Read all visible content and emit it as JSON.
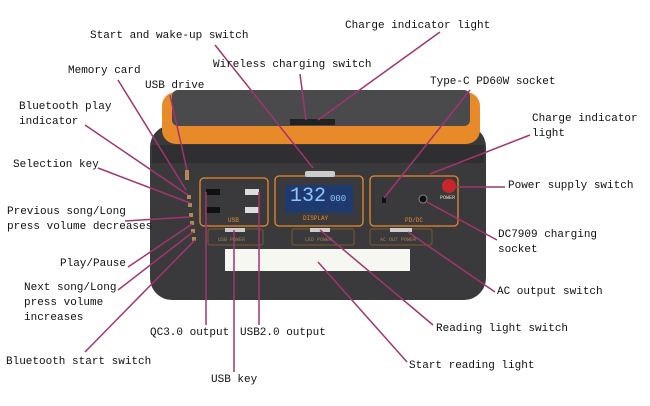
{
  "labels": {
    "start_wake": "Start and wake-up switch",
    "charge_indicator_top": "Charge indicator light",
    "wireless_charging": "Wireless charging switch",
    "memory_card": "Memory card",
    "usb_drive": "USB drive",
    "type_c": "Type-C PD60W socket",
    "bt_play_indicator": [
      "Bluetooth play",
      "indicator"
    ],
    "charge_indicator_right": [
      "Charge indicator",
      "light"
    ],
    "selection_key": "Selection key",
    "power_switch": "Power supply switch",
    "previous_song": [
      "Previous song/Long",
      "press volume decreases"
    ],
    "dc7909": [
      "DC7909 charging",
      "socket"
    ],
    "play_pause": "Play/Pause",
    "next_song": [
      "Next song/Long",
      "press volume",
      "increases"
    ],
    "ac_output_switch": "AC output switch",
    "qc30_output": "QC3.0 output",
    "usb20_output": "USB2.0 output",
    "reading_light_switch": "Reading light switch",
    "bt_start_switch": "Bluetooth start switch",
    "start_reading_light": "Start reading light",
    "usb_key": "USB key"
  },
  "device": {
    "display_value": "132",
    "display_unit": "000",
    "panel_display": "DISPLAY",
    "panel_usb": "USB",
    "panel_pd": "PD/DC",
    "btn_usb": "USB POWER",
    "btn_led": "LED POWER",
    "btn_ac": "AC OUT POWER",
    "power_text": "POWER"
  },
  "colors": {
    "leader": "#a2346f",
    "orange": "#e98a2a",
    "body": "#3a3a3c"
  }
}
